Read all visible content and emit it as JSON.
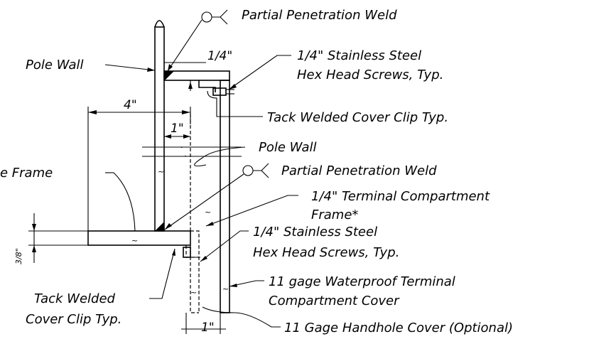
{
  "labels": {
    "weld_top": "Partial Penetration Weld",
    "pole_wall_left": "Pole Wall",
    "quarter_dim_top": "1/4\"",
    "ss_screws_top_line1": "1/4\" Stainless Steel",
    "ss_screws_top_line2": "Hex Head Screws, Typ.",
    "four_inch": "4\"",
    "tack_clip_right": "Tack Welded Cover Clip Typ.",
    "one_inch_upper": "1\"",
    "pole_wall_mid": "Pole Wall",
    "frame_left": "e Frame",
    "weld_mid": "Partial Penetration Weld",
    "terminal_frame_line1": "1/4\" Terminal Compartment",
    "terminal_frame_line2": "Frame*",
    "ss_screws_mid_line1": "1/4\" Stainless Steel",
    "ss_screws_mid_line2": "Hex Head Screws, Typ.",
    "three_eighths": "3/8\"",
    "tack_clip_left_line1": "Tack Welded",
    "tack_clip_left_line2": "Cover Clip Typ.",
    "waterproof_line1": "11 gage Waterproof Terminal",
    "waterproof_line2": "Compartment Cover",
    "one_inch_lower": "1\"",
    "handhole": "11 Gage Handhole Cover (Optional)"
  }
}
